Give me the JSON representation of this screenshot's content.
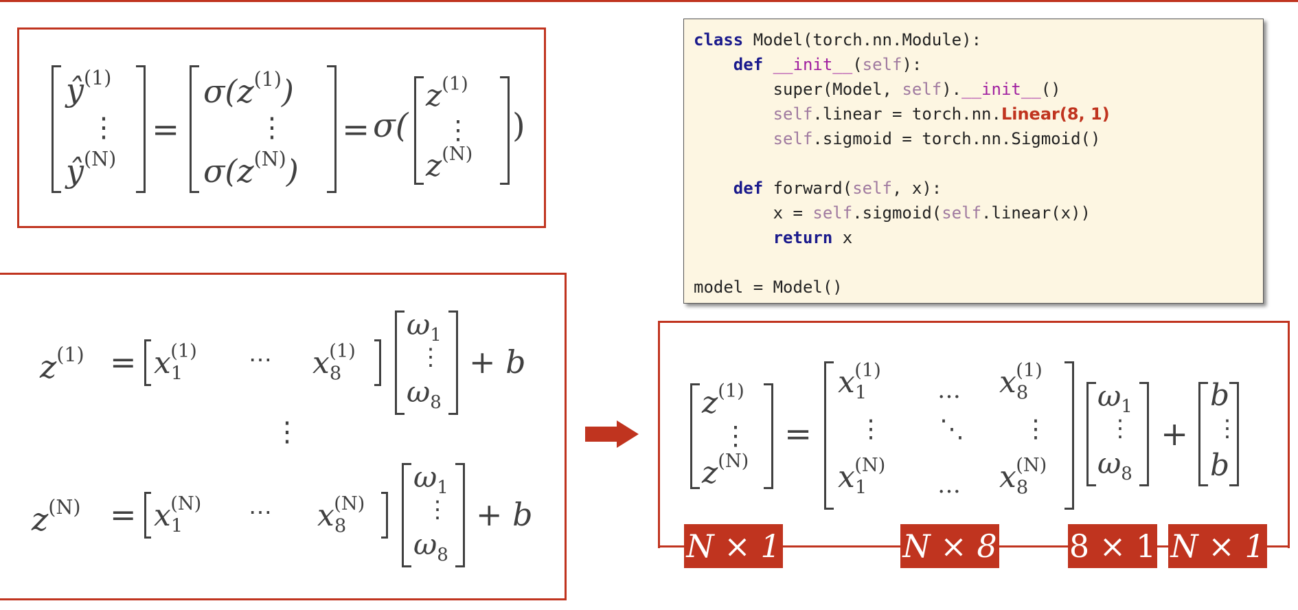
{
  "colors": {
    "accent": "#c0341f",
    "text": "#404040",
    "code_bg": "#fdf6e2"
  },
  "eq_top": {
    "yhat1": "ŷ",
    "yhatN": "ŷ",
    "sup1": "(1)",
    "supN": "(N)",
    "eq": "=",
    "sigma": "σ",
    "z": "z",
    "vdots": "⋮"
  },
  "eq_left": {
    "row1": {
      "lhs": "z",
      "sup": "(1)",
      "x": "x",
      "sub1": "1",
      "sub8": "8",
      "dots": "⋯",
      "w": "ω",
      "plus_b": "+ b"
    },
    "rowN": {
      "lhs": "z",
      "sup": "(N)",
      "x": "x",
      "sub1": "1",
      "sub8": "8",
      "dots": "⋯",
      "w": "ω",
      "plus_b": "+ b"
    },
    "vdots": "⋮"
  },
  "code": {
    "line1_kw": "class",
    "line1_rest": " Model(torch.nn.Module):",
    "line2_kw": "def",
    "line2_fn": "__init__",
    "line2_self": "self",
    "line2_end": "):",
    "line3_a": "super(Model, ",
    "line3_self": "self",
    "line3_b": ").",
    "line3_init": "__init__",
    "line3_c": "()",
    "line4_self": "self",
    "line4_a": ".linear = torch.nn.",
    "line4_hl": "Linear(8, 1)",
    "line5_self": "self",
    "line5_a": ".sigmoid = torch.nn.Sigmoid()",
    "line6_kw": "def",
    "line6_a": " forward(",
    "line6_self": "self",
    "line6_b": ", x):",
    "line7_a": "x = ",
    "line7_self1": "self",
    "line7_b": ".sigmoid(",
    "line7_self2": "self",
    "line7_c": ".linear(x))",
    "line8_kw": "return",
    "line8_a": " x",
    "line9": "model = Model()"
  },
  "eq_right": {
    "z": "z",
    "sup1": "(1)",
    "supN": "(N)",
    "x": "x",
    "sub1": "1",
    "sub8": "8",
    "hdots": "…",
    "ddots": "⋱",
    "vdots": "⋮",
    "w": "ω",
    "b": "b",
    "eq": "=",
    "plus": "+"
  },
  "dims": [
    "N × 1",
    "N × 8",
    "8 × 1",
    "N × 1"
  ]
}
